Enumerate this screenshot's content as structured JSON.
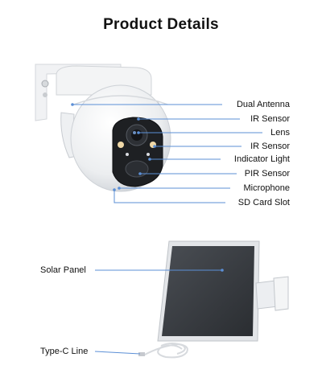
{
  "title": "Product Details",
  "callouts": [
    {
      "id": "dual-antenna",
      "label": "Dual Antenna"
    },
    {
      "id": "ir-sensor-top",
      "label": "IR Sensor"
    },
    {
      "id": "lens",
      "label": "Lens"
    },
    {
      "id": "ir-sensor-bottom",
      "label": "IR Sensor"
    },
    {
      "id": "indicator-light",
      "label": "Indicator Light"
    },
    {
      "id": "pir-sensor",
      "label": "PIR Sensor"
    },
    {
      "id": "microphone",
      "label": "Microphone"
    },
    {
      "id": "sd-card-slot",
      "label": "SD Card Slot"
    }
  ],
  "accessories": [
    {
      "id": "solar-panel",
      "label": "Solar Panel"
    },
    {
      "id": "type-c-line",
      "label": "Type-C Line"
    }
  ],
  "colors": {
    "callout_line": "#5b8fd6",
    "body": "#f4f5f6",
    "panel": "#3a3d42"
  }
}
